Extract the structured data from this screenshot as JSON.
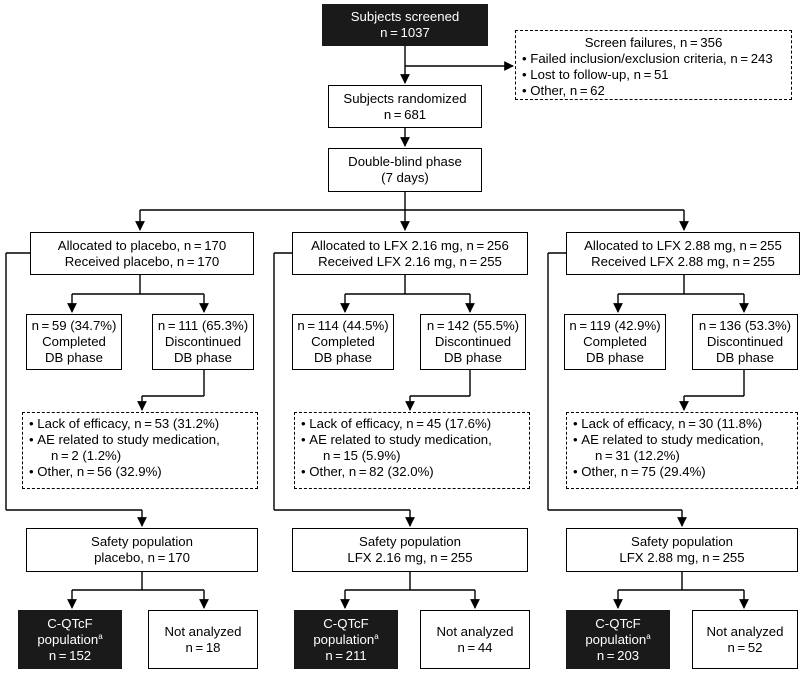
{
  "screened": {
    "title": "Subjects screened",
    "n": "n = 1037"
  },
  "screen_failures": {
    "title": "Screen failures, n = 356",
    "items": [
      "Failed inclusion/exclusion criteria, n = 243",
      "Lost to follow-up, n = 51",
      "Other, n = 62"
    ]
  },
  "randomized": {
    "title": "Subjects randomized",
    "n": "n = 681"
  },
  "double_blind": {
    "title": "Double-blind phase",
    "subtitle": "(7 days)"
  },
  "arms": [
    {
      "allocated": "Allocated to placebo, n = 170",
      "received": "Received placebo, n = 170",
      "completed": {
        "n": "n = 59 (34.7%)",
        "l1": "Completed",
        "l2": "DB phase"
      },
      "discontinued": {
        "n": "n = 111 (65.3%)",
        "l1": "Discontinued",
        "l2": "DB phase"
      },
      "reasons": {
        "r1": "Lack of efficacy, n = 53 (31.2%)",
        "r2a": "AE related to study medication,",
        "r2b": "n = 2 (1.2%)",
        "r3": "Other, n = 56 (32.9%)"
      },
      "safety": {
        "title": "Safety population",
        "detail": "placebo, n = 170"
      },
      "cqtcf": {
        "label": "C-QTcF",
        "pop": "population",
        "sup": "a",
        "n": "n = 152"
      },
      "not_analyzed": {
        "label": "Not analyzed",
        "n": "n = 18"
      }
    },
    {
      "allocated": "Allocated to LFX 2.16 mg, n = 256",
      "received": "Received LFX 2.16 mg, n = 255",
      "completed": {
        "n": "n = 114 (44.5%)",
        "l1": "Completed",
        "l2": "DB phase"
      },
      "discontinued": {
        "n": "n = 142 (55.5%)",
        "l1": "Discontinued",
        "l2": "DB phase"
      },
      "reasons": {
        "r1": "Lack of efficacy, n = 45 (17.6%)",
        "r2a": "AE related to study medication,",
        "r2b": "n = 15 (5.9%)",
        "r3": "Other, n = 82 (32.0%)"
      },
      "safety": {
        "title": "Safety population",
        "detail": "LFX 2.16 mg, n = 255"
      },
      "cqtcf": {
        "label": "C-QTcF",
        "pop": "population",
        "sup": "a",
        "n": "n = 211"
      },
      "not_analyzed": {
        "label": "Not analyzed",
        "n": "n = 44"
      }
    },
    {
      "allocated": "Allocated to LFX 2.88 mg, n = 255",
      "received": "Received LFX 2.88 mg, n = 255",
      "completed": {
        "n": "n = 119 (42.9%)",
        "l1": "Completed",
        "l2": "DB phase"
      },
      "discontinued": {
        "n": "n = 136 (53.3%)",
        "l1": "Discontinued",
        "l2": "DB phase"
      },
      "reasons": {
        "r1": "Lack of efficacy, n = 30 (11.8%)",
        "r2a": "AE related to study medication,",
        "r2b": "n = 31 (12.2%)",
        "r3": "Other, n = 75 (29.4%)"
      },
      "safety": {
        "title": "Safety population",
        "detail": "LFX 2.88 mg, n = 255"
      },
      "cqtcf": {
        "label": "C-QTcF",
        "pop": "population",
        "sup": "a",
        "n": "n = 203"
      },
      "not_analyzed": {
        "label": "Not analyzed",
        "n": "n = 52"
      }
    }
  ]
}
